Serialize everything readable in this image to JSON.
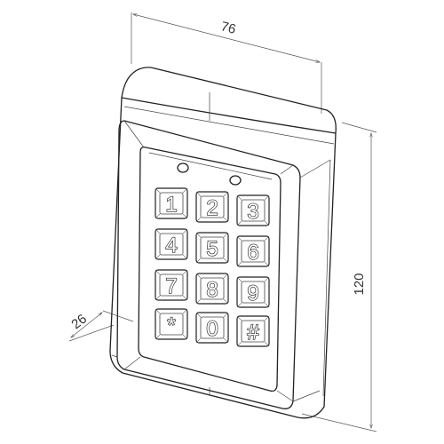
{
  "dimensions": {
    "width": "76",
    "height": "120",
    "depth": "26"
  },
  "keypad": {
    "keys": [
      "1",
      "2",
      "3",
      "4",
      "5",
      "6",
      "7",
      "8",
      "9",
      "*",
      "0",
      "#"
    ]
  },
  "colors": {
    "line": "#222222",
    "background": "#ffffff"
  }
}
